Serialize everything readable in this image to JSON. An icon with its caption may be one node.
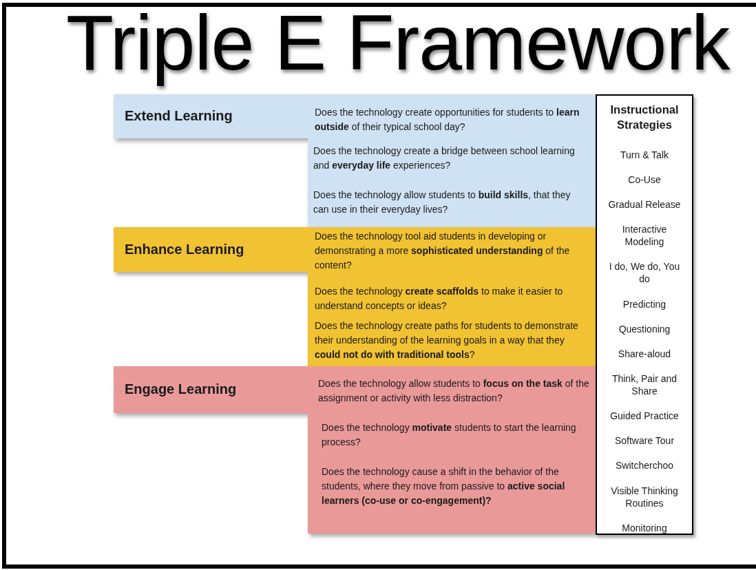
{
  "diagram": {
    "title": "Triple E Framework",
    "nodes": [
      {
        "text": [
          "Extend Learning",
          "Does the technology create opportunities for students to **learn outside** of their typical school day?",
          "Does the technology create a bridge between school learning and **everyday life** experiences?",
          "Does the technology allow students to **build skills**, that they can use in their everyday lives?"
        ]
      },
      {
        "text": [
          "Enhance Learning",
          "Does the technology tool aid students in developing or demonstrating a more **sophisticated understanding** of the content?",
          "Does the technology **create scaffolds** to make it easier to understand concepts or ideas?",
          "Does the technology create paths for students to demonstrate their understanding of the learning goals in a way that they **could not do with traditional tools**?"
        ]
      },
      {
        "text": [
          "Engage Learning",
          "Does the technology allow students to **focus on the task** of the assignment or activity with less distraction?",
          "Does the technology **motivate** students to start the learning process?",
          "Does the technology cause a shift in the behavior of the students, where they move from passive to **active social learners (co-use or co-engagement)?**"
        ]
      },
      {
        "text": [
          "Instructional Strategies",
          "Turn & Talk",
          "Co-Use",
          "Gradual Release",
          "Interactive Modeling",
          "I do, We do, You do",
          "Predicting",
          "Questioning",
          "Share-aloud",
          "Think, Pair and Share",
          "Guided Practice",
          "Software Tour",
          "Switcherchoo",
          "Visible Thinking Routines",
          "Monitoring"
        ]
      }
    ]
  }
}
